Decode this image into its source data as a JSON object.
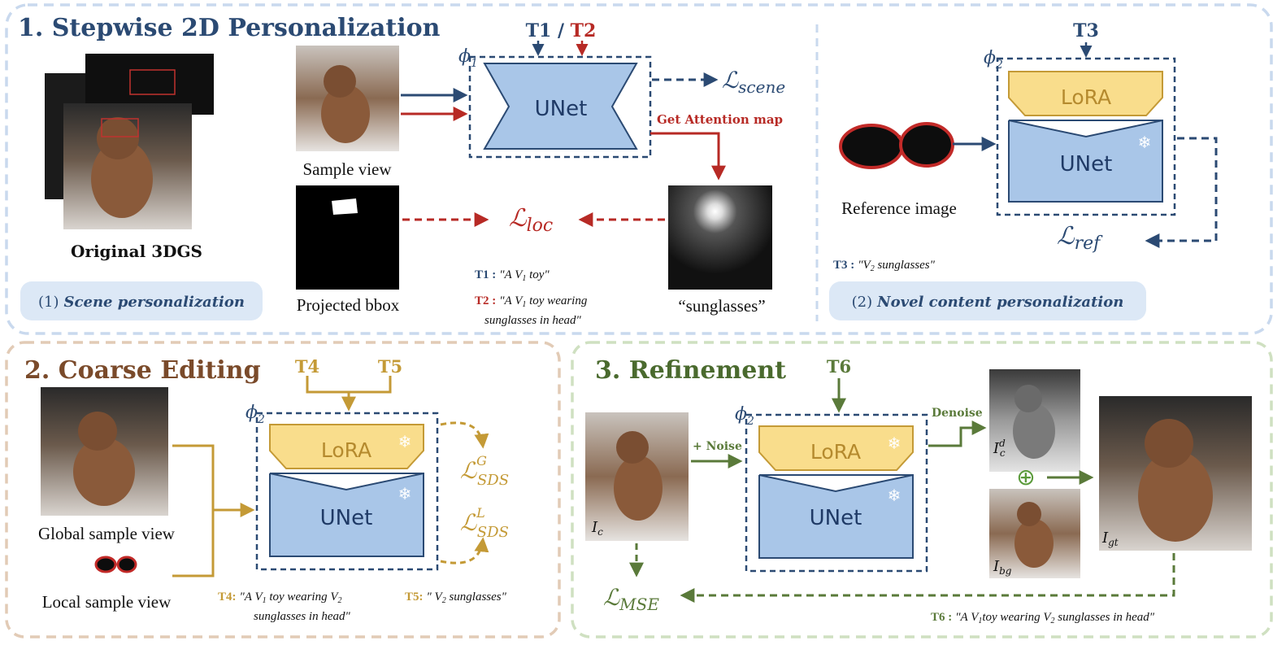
{
  "colors": {
    "navy": "#2b4a73",
    "red": "#b72a25",
    "gold": "#c49a36",
    "green": "#5a7a3a",
    "brown": "#7a4a2a",
    "unet_fill": "#a9c6e8",
    "lora_fill": "#f9dd8c",
    "panel1_border": "#c9d9ee",
    "panel2_border": "#e2cbb6",
    "panel3_border": "#cfe0c1",
    "tag_fill": "#dce8f6"
  },
  "panel1": {
    "title": "1. Stepwise 2D Personalization",
    "original_label": "Original 3DGS",
    "sample_view_label": "Sample view",
    "projected_bbox_label": "Projected bbox",
    "sunglasses_map_label": "“sunglasses”",
    "prompt_top_t1": "T1",
    "prompt_top_sep": " / ",
    "prompt_top_t2": "T2",
    "phi": "ϕ",
    "phi_sub": "1",
    "unet_label": "UNet",
    "loss_scene": "ℒ",
    "loss_scene_sub": "scene",
    "loss_loc": "ℒ",
    "loss_loc_sub": "loc",
    "attention_label": "Get Attention map",
    "t1_key": "T1 :",
    "t1_text": "\"A V",
    "t1_sub": "1",
    "t1_text_end": " toy\"",
    "t2_key": "T2 :",
    "t2_text": "\"A V",
    "t2_sub": "1",
    "t2_text_end": " toy wearing",
    "t2_line2": "sunglasses in head\"",
    "tag1_num": "(1)",
    "tag1_text": "Scene personalization",
    "t3_top": "T3",
    "phi2": "ϕ",
    "phi2_sub": "2",
    "lora_label": "LoRA",
    "unet2_label": "UNet",
    "reference_label": "Reference image",
    "loss_ref": "ℒ",
    "loss_ref_sub": "ref",
    "t3_key": "T3 :",
    "t3_text": "\"V",
    "t3_sub": "2",
    "t3_text_end": " sunglasses\"",
    "tag2_num": "(2)",
    "tag2_text": "Novel content personalization"
  },
  "panel2": {
    "title": "2. Coarse Editing",
    "t4_top": "T4",
    "t5_top": "T5",
    "phi": "ϕ",
    "phi_sub": "2",
    "lora_label": "LoRA",
    "unet_label": "UNet",
    "loss_g": "ℒ",
    "loss_g_sup": "G",
    "loss_g_sub": "SDS",
    "loss_l": "ℒ",
    "loss_l_sup": "L",
    "loss_l_sub": "SDS",
    "global_label": "Global sample view",
    "local_label": "Local sample view",
    "t4_key": "T4:",
    "t4_text": "\"A V",
    "t4_sub": "1",
    "t4_text_mid": " toy wearing V",
    "t4_sub2": "2",
    "t4_line2": "sunglasses in head\"",
    "t5_key": "T5:",
    "t5_text": "\" V",
    "t5_sub": "2",
    "t5_text_end": " sunglasses\""
  },
  "panel3": {
    "title": "3. Refinement",
    "t6_top": "T6",
    "phi": "ϕ",
    "phi_sub": "2",
    "lora_label": "LoRA",
    "unet_label": "UNet",
    "noise_label": "+ Noise",
    "denoise_label": "Denoise",
    "ic": "I",
    "ic_sub": "c",
    "icd": "I",
    "icd_sup": "d",
    "icd_sub": "c",
    "ibg": "I",
    "ibg_sub": "bg",
    "igt": "I",
    "igt_sub": "gt",
    "oplus": "⊕",
    "loss_mse": "ℒ",
    "loss_mse_sub": "MSE",
    "t6_key": "T6 :",
    "t6_text": "\"A V",
    "t6_sub": "1",
    "t6_text_mid": "toy wearing V",
    "t6_sub2": "2",
    "t6_text_end": " sunglasses in head\""
  }
}
